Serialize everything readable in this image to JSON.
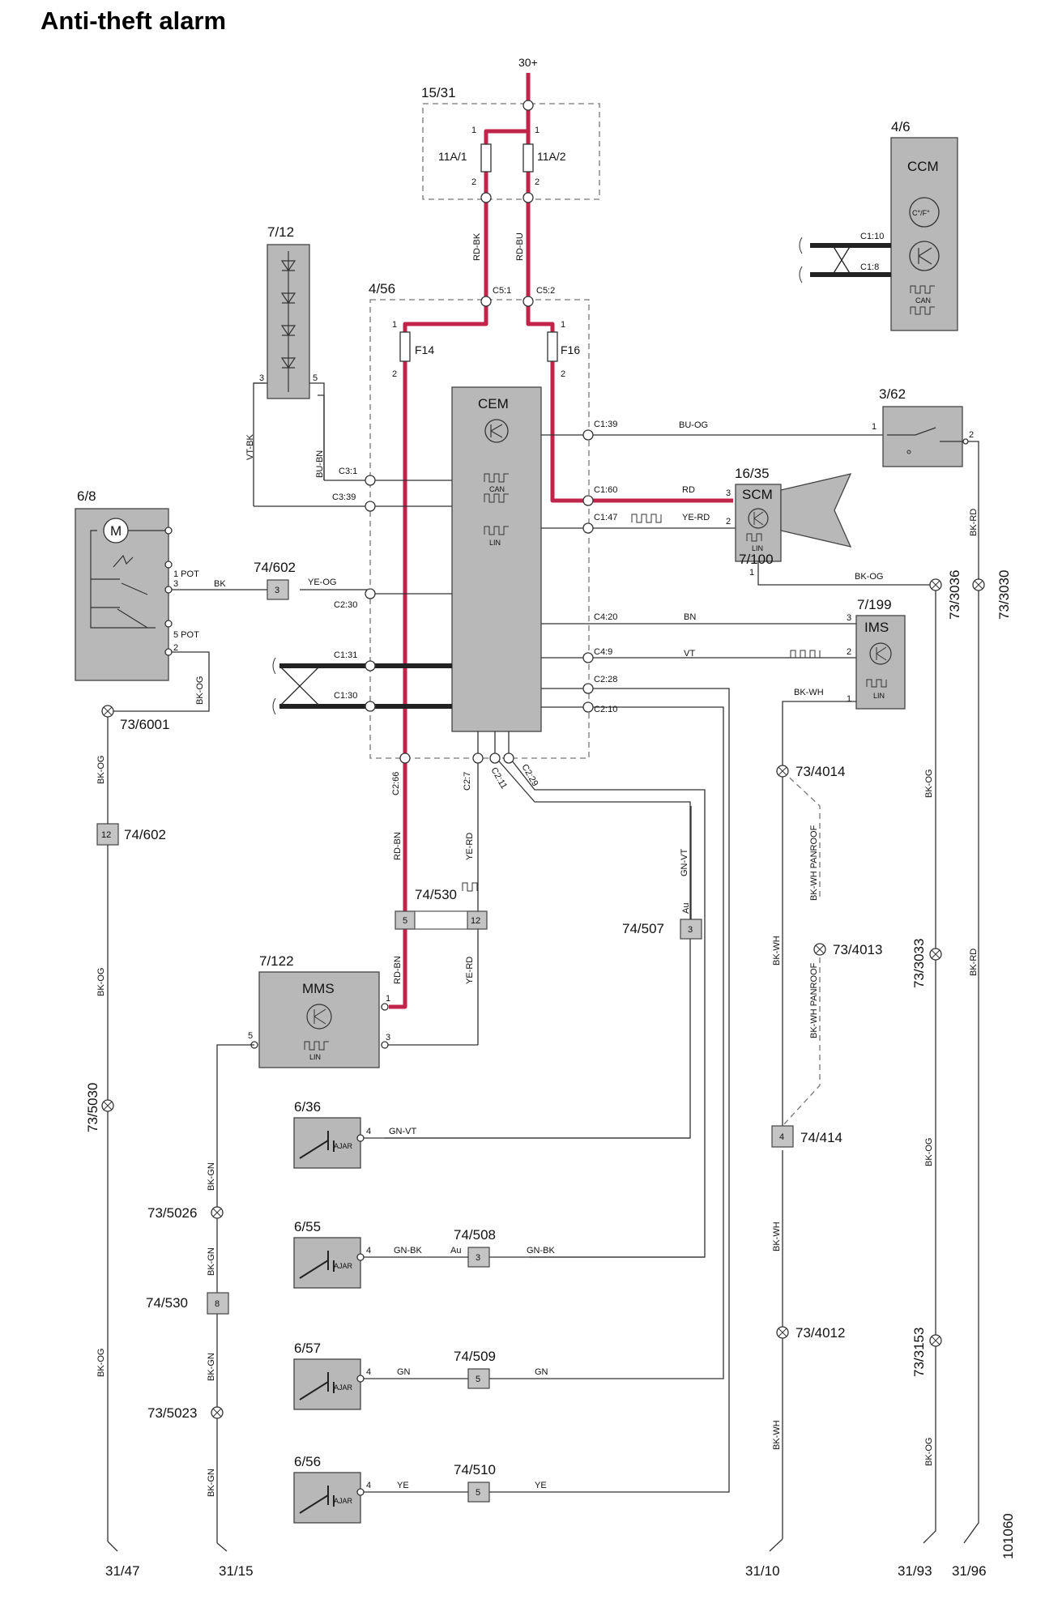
{
  "title": "Anti-theft alarm",
  "doc_number": "101060",
  "supply": {
    "label": "30+"
  },
  "fusebox": {
    "label": "15/31",
    "fuse_a": "11A/1",
    "fuse_b": "11A/2",
    "pin1": "1",
    "pin2": "2"
  },
  "feed_wires": {
    "left": "RD-BK",
    "right": "RD-BU"
  },
  "cem_box": {
    "label": "4/56",
    "cem": "CEM",
    "c51": "C5:1",
    "c52": "C5:2",
    "f14": "F14",
    "f16": "F16",
    "can": "CAN",
    "lin": "LIN"
  },
  "cem_pins": {
    "c1_39": "C1:39",
    "c1_60": "C1:60",
    "c1_47": "C1:47",
    "c4_20": "C4:20",
    "c4_9": "C4:9",
    "c2_28": "C2:28",
    "c2_10": "C2:10",
    "c3_1": "C3:1",
    "c3_39": "C3:39",
    "c2_30": "C2:30",
    "c1_31": "C1:31",
    "c1_30": "C1:30",
    "c2_66": "C2:66",
    "c2_7": "C2:7",
    "c2_11": "C2:11",
    "c2_29": "C2:29"
  },
  "ccm": {
    "ref": "4/6",
    "name": "CCM",
    "temp": "C°/F°",
    "can": "CAN",
    "c1_10": "C1:10",
    "c1_8": "C1:8"
  },
  "led": {
    "ref": "7/12",
    "pin3": "3",
    "pin5": "5",
    "wire_left": "VT-BK",
    "wire_right": "BU-BN"
  },
  "motor": {
    "ref": "6/8",
    "m": "M",
    "p1": "1 POT",
    "p3": "3",
    "p5": "5 POT",
    "p2": "2",
    "wire": "BK",
    "wire2": "BK-OG"
  },
  "conn_74_602_top": {
    "ref": "74/602",
    "pin": "3",
    "wire": "YE-OG"
  },
  "switch_3_62": {
    "ref": "3/62",
    "p1": "1",
    "p2": "2",
    "wire": "BU-OG"
  },
  "scm": {
    "ref": "16/35",
    "name": "SCM",
    "lin": "LIN",
    "p3": "3",
    "p2": "2",
    "sub": "7/100",
    "p1": "1",
    "wire_rd": "RD",
    "wire_yerd": "YE-RD",
    "wire_bkog": "BK-OG"
  },
  "ims": {
    "ref": "7/199",
    "name": "IMS",
    "lin": "LIN",
    "p3": "3",
    "p2": "2",
    "p1": "1",
    "wire_bn": "BN",
    "wire_vt": "VT",
    "wire_bkwh": "BK-WH"
  },
  "mms": {
    "ref": "7/122",
    "name": "MMS",
    "lin": "LIN",
    "p1": "1",
    "p3": "3",
    "p5": "5"
  },
  "conn_74_530_mid": {
    "ref": "74/530",
    "pin5": "5",
    "pin12": "12",
    "wire_left": "RD-BN",
    "wire_right": "YE-RD"
  },
  "conn_74_507": {
    "ref": "74/507",
    "pin": "3",
    "au": "Au",
    "wire": "GN-VT"
  },
  "switches": [
    {
      "ref": "6/36",
      "pin": "4",
      "ajar": "AJAR",
      "wire": "GN-VT"
    },
    {
      "ref": "6/55",
      "pin": "4",
      "ajar": "AJAR",
      "wire": "GN-BK",
      "conn": "74/508",
      "cpin": "3",
      "au": "Au",
      "wire2": "GN-BK"
    },
    {
      "ref": "6/57",
      "pin": "4",
      "ajar": "AJAR",
      "wire": "GN",
      "conn": "74/509",
      "cpin": "5",
      "wire2": "GN"
    },
    {
      "ref": "6/56",
      "pin": "4",
      "ajar": "AJAR",
      "wire": "YE",
      "conn": "74/510",
      "cpin": "5",
      "wire2": "YE"
    }
  ],
  "left_column": {
    "splice_6001": "73/6001",
    "wire1": "BK-OG",
    "conn": "74/602",
    "conn_pin": "12",
    "wire2": "BK-OG",
    "splice_5030": "73/5030",
    "wire3": "BK-OG",
    "ground": "31/47"
  },
  "bkgn_column": {
    "wire1": "BK-GN",
    "splice_5026": "73/5026",
    "wire2": "BK-GN",
    "conn": "74/530",
    "conn_pin": "8",
    "wire3": "BK-GN",
    "splice_5023": "73/5023",
    "wire4": "BK-GN",
    "ground": "31/15"
  },
  "bkwh_column": {
    "splice_4014": "73/4014",
    "panroof1": "BK-WH PANROOF",
    "splice_4013": "73/4013",
    "panroof2": "BK-WH PANROOF",
    "wire1": "BK-WH",
    "conn": "74/414",
    "conn_pin": "4",
    "wire2": "BK-WH",
    "splice_4012": "73/4012",
    "wire3": "BK-WH",
    "ground": "31/10"
  },
  "right_columns": {
    "splice_3036": "73/3036",
    "splice_3030": "73/3030",
    "wire_bkog1": "BK-OG",
    "splice_3033": "73/3033",
    "wire_bkog2": "BK-OG",
    "splice_3153": "73/3153",
    "wire_bkog3": "BK-OG",
    "ground_93": "31/93",
    "wire_bkrd1": "BK-RD",
    "wire_bkrd2": "BK-RD",
    "ground_96": "31/96"
  },
  "colors": {
    "power": "#c0244a",
    "component": "#b8b8b8",
    "bus": "#222222"
  }
}
